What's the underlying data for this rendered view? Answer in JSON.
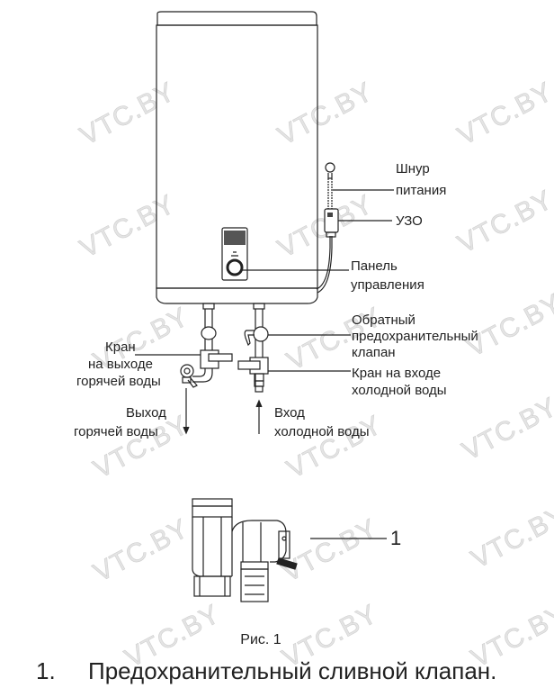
{
  "watermark": "VTC.BY",
  "labels": {
    "cord": [
      "Шнур",
      "питания"
    ],
    "rcd": "УЗО",
    "panel": [
      "Панель",
      "управления"
    ],
    "check_valve": [
      "Обратный",
      "предохранительный",
      "клапан"
    ],
    "cold_inlet_valve": [
      "Кран на входе",
      "холодной воды"
    ],
    "hot_outlet_valve": [
      "Кран",
      "на выходе",
      "горячей воды"
    ],
    "hot_out": [
      "Выход",
      "горячей воды"
    ],
    "cold_in": [
      "Вход",
      "холодной воды"
    ],
    "callout_1": "1"
  },
  "caption": "Рис. 1",
  "legend": [
    {
      "num": "1.",
      "text": "Предохранительный сливной клапан."
    }
  ]
}
